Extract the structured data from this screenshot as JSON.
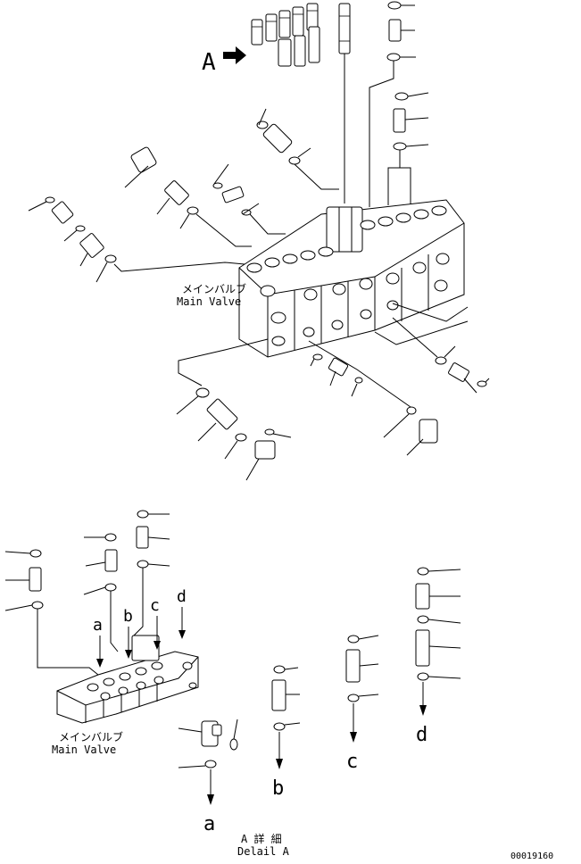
{
  "labels": {
    "view_marker": "A",
    "main_valve_jp": "メインバルブ",
    "main_valve_en": "Main Valve",
    "detail_jp": "A 詳 細",
    "detail_en": "Delail A",
    "port_a": "a",
    "port_b": "b",
    "port_c": "c",
    "port_d": "d",
    "drawing_number": "00019160"
  }
}
